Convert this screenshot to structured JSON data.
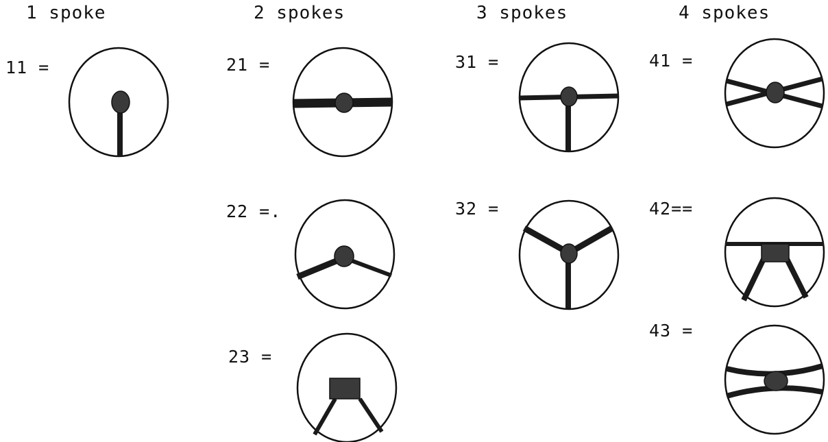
{
  "headers": {
    "one": "1 spoke",
    "two": "2 spokes",
    "three": "3 spokes",
    "four": "4 spokes"
  },
  "codes": {
    "c11": "11 =",
    "c21": "21 =",
    "c22": "22 =.",
    "c23": "23 =",
    "c31": "31 =",
    "c32": "32 =",
    "c41": "41 =",
    "c42": "42==",
    "c43": "43 ="
  }
}
